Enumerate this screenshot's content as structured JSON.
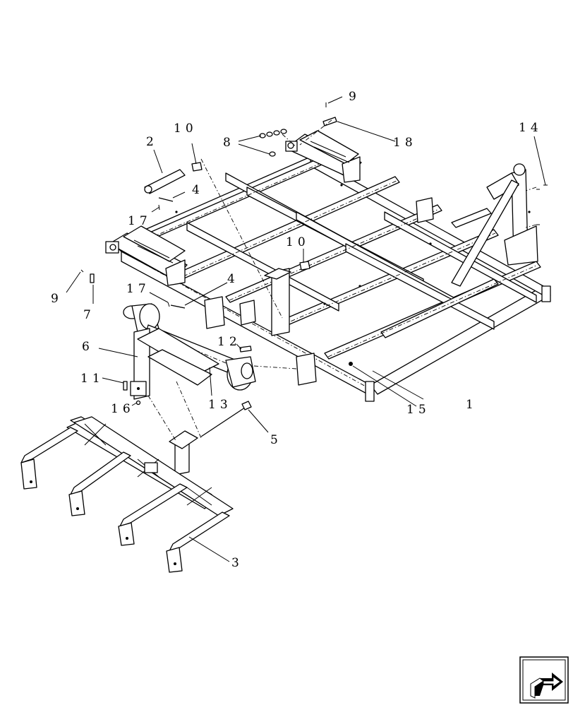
{
  "diagram": {
    "callouts": {
      "c1": "1",
      "c2": "2",
      "c3": "3",
      "c4a": "4",
      "c4b": "4",
      "c5": "5",
      "c6": "6",
      "c7": "7",
      "c8": "8",
      "c9a": "9",
      "c9b": "9",
      "c10a": "10",
      "c10b": "10",
      "c11": "11",
      "c12": "12",
      "c13": "13",
      "c14": "14",
      "c15": "15",
      "c16": "16",
      "c17a": "17",
      "c17b": "17",
      "c18": "18"
    },
    "nav_icon": "next-page-arrow-icon"
  }
}
